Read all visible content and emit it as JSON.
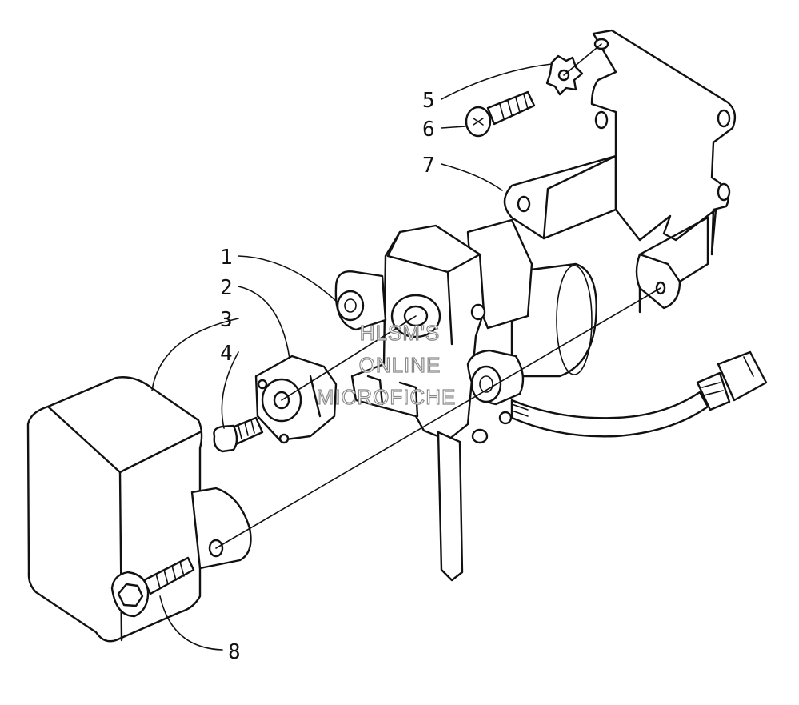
{
  "callouts": [
    {
      "id": "1",
      "label": "1"
    },
    {
      "id": "2",
      "label": "2"
    },
    {
      "id": "3",
      "label": "3"
    },
    {
      "id": "4",
      "label": "4"
    },
    {
      "id": "5",
      "label": "5"
    },
    {
      "id": "6",
      "label": "6"
    },
    {
      "id": "7",
      "label": "7"
    },
    {
      "id": "8",
      "label": "8"
    }
  ],
  "watermark": {
    "lines": [
      "HLSM'S",
      "ONLINE",
      "MICROFICHE"
    ]
  },
  "colors": {
    "line": "#111111",
    "background": "#ffffff",
    "watermark": "#8a8a8a"
  }
}
